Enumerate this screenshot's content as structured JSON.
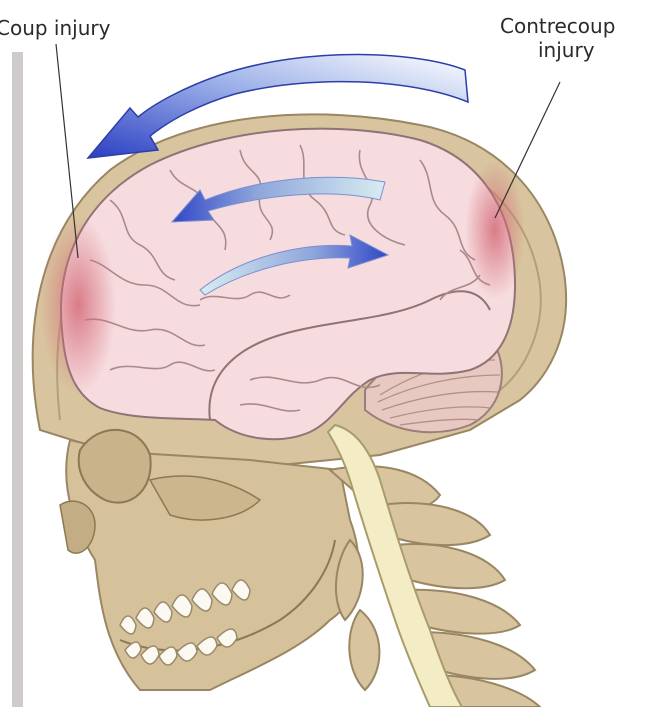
{
  "labels": {
    "coup": "Coup injury",
    "contrecoup_line1": "Contrecoup",
    "contrecoup_line2": "injury"
  },
  "colors": {
    "bone": "#d8c59f",
    "bone_dark": "#b39f78",
    "brain": "#f6dcdf",
    "brain_line": "#a88a8c",
    "injury": "#d97b86",
    "arrow_blue": "#3a50c9",
    "arrow_light": "#c9dfe6",
    "spinal_cord": "#f3ecc5",
    "teeth": "#fbf9f1"
  },
  "icons": [
    "motion-arrow-icon",
    "brain-movement-arrow-icon"
  ]
}
